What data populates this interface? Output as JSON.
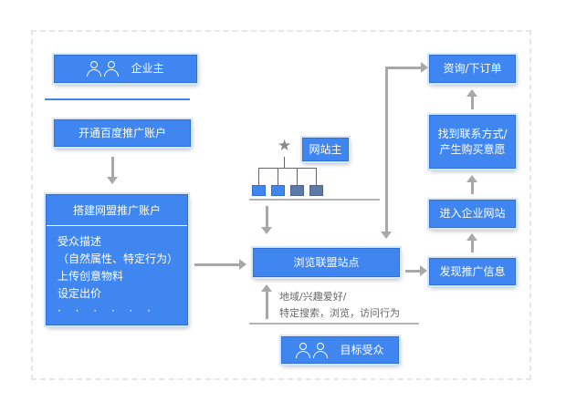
{
  "advertiser": {
    "label": "企业主"
  },
  "open_account": {
    "label": "开通百度推广账户"
  },
  "build_account": {
    "title": "搭建网盟推广账户",
    "lines": [
      "受众描述",
      "（自然属性、特定行为）",
      "上传创意物料",
      "设定出价"
    ],
    "dots": "· · · · · ·"
  },
  "webmaster": {
    "label": "网站主"
  },
  "browse_site": {
    "label": "浏览联盟站点"
  },
  "audience_note": {
    "line1": "地域/兴趣爱好/",
    "line2": "特定搜索，浏览，访问行为"
  },
  "target_audience": {
    "label": "目标受众"
  },
  "discover_info": {
    "label": "发现推广信息"
  },
  "enter_site": {
    "label": "进入企业网站"
  },
  "find_contact": {
    "line1": "找到联系方式/",
    "line2": "产生购买意愿"
  },
  "inquiry_order": {
    "label": "资询/下订单"
  },
  "colors": {
    "box_blue": "#3f86f0",
    "arrow_gray": "#a8a8a8"
  }
}
